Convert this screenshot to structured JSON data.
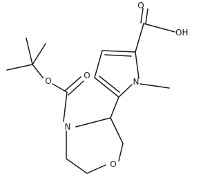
{
  "molecule": {
    "atoms": {
      "carboxylic_acid_carbonyl_oxygen": "O",
      "carboxylic_acid_hydroxyl": "OH",
      "pyrrole_nitrogen": "N",
      "boc_ester_oxygen": "O",
      "boc_carbonyl_oxygen": "O",
      "morpholine_nitrogen": "N",
      "morpholine_oxygen": "O"
    }
  }
}
